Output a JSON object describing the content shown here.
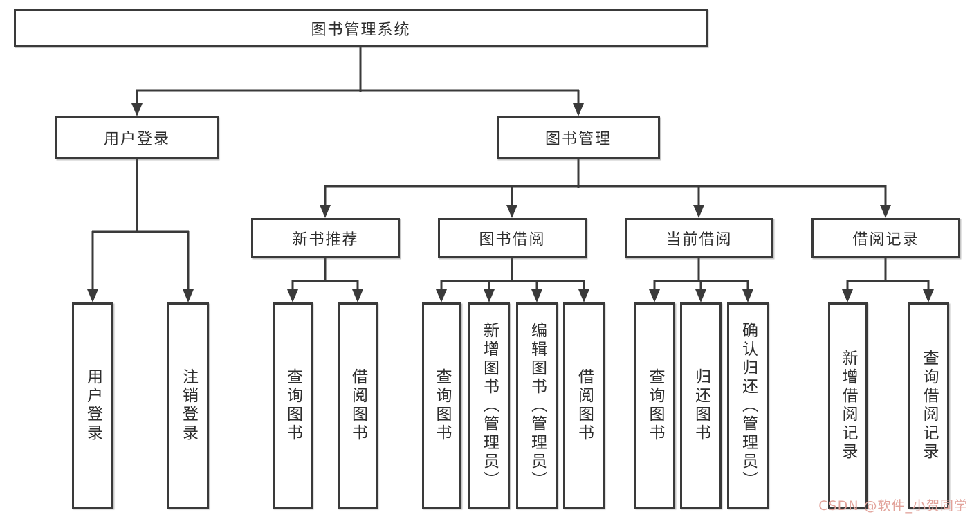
{
  "colors": {
    "line": "#3a3a3a",
    "border": "#3a3a3a",
    "text": "#2d2d2d",
    "bg": "#ffffff",
    "watermark": "#e2a39b"
  },
  "nodes": {
    "root": "图书管理系统",
    "user_login": "用户登录",
    "book_management": "图书管理",
    "new_book_recommend": "新书推荐",
    "book_borrowing": "图书借阅",
    "current_borrowing": "当前借阅",
    "borrowing_records": "借阅记录",
    "leaf_user_login": "用户登录",
    "leaf_logout": "注销登录",
    "leaf_recommend_query_books": "查询图书",
    "leaf_recommend_borrow_books": "借阅图书",
    "leaf_borrowing_query_books": "查询图书",
    "leaf_borrowing_add_books": "新增图书（管理员）",
    "leaf_borrowing_edit_books": "编辑图书（管理员）",
    "leaf_borrowing_borrow_books": "借阅图书",
    "leaf_current_query_books": "查询图书",
    "leaf_current_return_books": "归还图书",
    "leaf_current_confirm_return": "确认归还（管理员）",
    "leaf_records_add_record": "新增借阅记录",
    "leaf_records_query_record": "查询借阅记录"
  },
  "watermark": {
    "text": "CSDN @软件_小贺同学"
  }
}
